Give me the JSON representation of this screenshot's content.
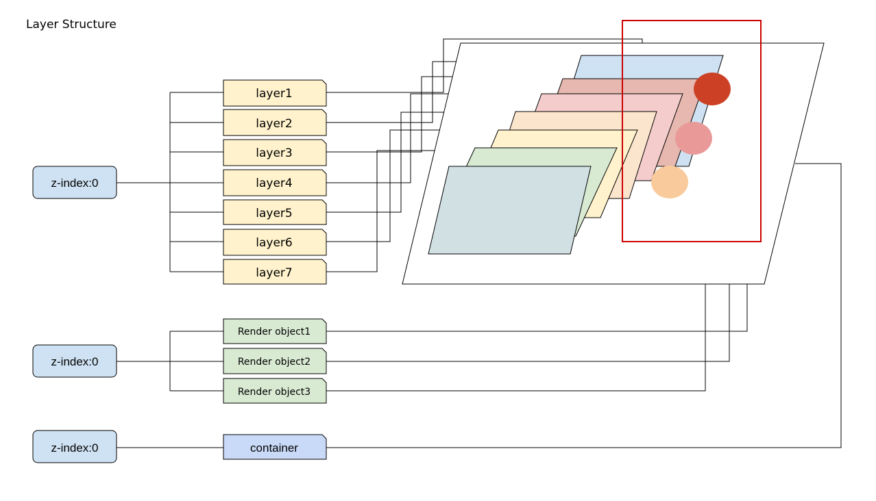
{
  "title": "Layer Structure",
  "zindex_boxes": [
    {
      "label": "z-index:0"
    },
    {
      "label": "z-index:0"
    },
    {
      "label": "z-index:0"
    }
  ],
  "layers": [
    {
      "label": "layer1"
    },
    {
      "label": "layer2"
    },
    {
      "label": "layer3"
    },
    {
      "label": "layer4"
    },
    {
      "label": "layer5"
    },
    {
      "label": "layer6"
    },
    {
      "label": "layer7"
    }
  ],
  "render_objects": [
    {
      "label": "Render object1"
    },
    {
      "label": "Render object2"
    },
    {
      "label": "Render object3"
    }
  ],
  "container": {
    "label": "container"
  },
  "colors": {
    "zindex_fill": "#cfe2f3",
    "layer_fill": "#fff2cc",
    "render_object_fill": "#d9ead3",
    "container_fill": "#c9daf8",
    "highlight_frame": "#cc0000",
    "dot1": "#cc4125",
    "dot2": "#ea9999",
    "dot3": "#f9cb9c"
  }
}
